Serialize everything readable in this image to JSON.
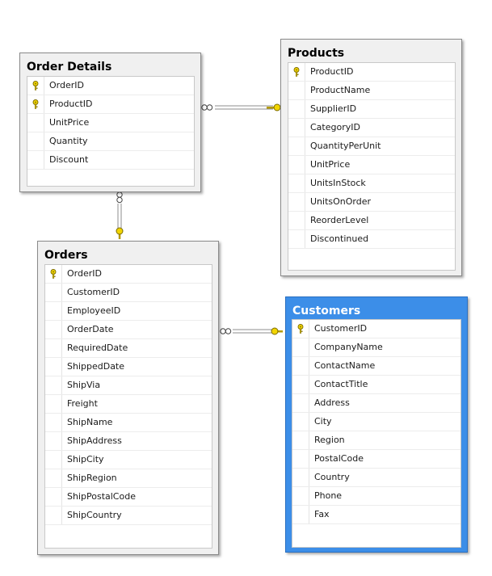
{
  "tables": {
    "order_details": {
      "title": "Order Details",
      "columns": [
        {
          "name": "OrderID",
          "pk": true
        },
        {
          "name": "ProductID",
          "pk": true
        },
        {
          "name": "UnitPrice",
          "pk": false
        },
        {
          "name": "Quantity",
          "pk": false
        },
        {
          "name": "Discount",
          "pk": false
        }
      ]
    },
    "products": {
      "title": "Products",
      "columns": [
        {
          "name": "ProductID",
          "pk": true
        },
        {
          "name": "ProductName",
          "pk": false
        },
        {
          "name": "SupplierID",
          "pk": false
        },
        {
          "name": "CategoryID",
          "pk": false
        },
        {
          "name": "QuantityPerUnit",
          "pk": false
        },
        {
          "name": "UnitPrice",
          "pk": false
        },
        {
          "name": "UnitsInStock",
          "pk": false
        },
        {
          "name": "UnitsOnOrder",
          "pk": false
        },
        {
          "name": "ReorderLevel",
          "pk": false
        },
        {
          "name": "Discontinued",
          "pk": false
        }
      ]
    },
    "orders": {
      "title": "Orders",
      "columns": [
        {
          "name": "OrderID",
          "pk": true
        },
        {
          "name": "CustomerID",
          "pk": false
        },
        {
          "name": "EmployeeID",
          "pk": false
        },
        {
          "name": "OrderDate",
          "pk": false
        },
        {
          "name": "RequiredDate",
          "pk": false
        },
        {
          "name": "ShippedDate",
          "pk": false
        },
        {
          "name": "ShipVia",
          "pk": false
        },
        {
          "name": "Freight",
          "pk": false
        },
        {
          "name": "ShipName",
          "pk": false
        },
        {
          "name": "ShipAddress",
          "pk": false
        },
        {
          "name": "ShipCity",
          "pk": false
        },
        {
          "name": "ShipRegion",
          "pk": false
        },
        {
          "name": "ShipPostalCode",
          "pk": false
        },
        {
          "name": "ShipCountry",
          "pk": false
        }
      ]
    },
    "customers": {
      "title": "Customers",
      "selected": true,
      "columns": [
        {
          "name": "CustomerID",
          "pk": true
        },
        {
          "name": "CompanyName",
          "pk": false
        },
        {
          "name": "ContactName",
          "pk": false
        },
        {
          "name": "ContactTitle",
          "pk": false
        },
        {
          "name": "Address",
          "pk": false
        },
        {
          "name": "City",
          "pk": false
        },
        {
          "name": "Region",
          "pk": false
        },
        {
          "name": "PostalCode",
          "pk": false
        },
        {
          "name": "Country",
          "pk": false
        },
        {
          "name": "Phone",
          "pk": false
        },
        {
          "name": "Fax",
          "pk": false
        }
      ]
    }
  },
  "relationships": [
    {
      "many": "order_details",
      "one": "products"
    },
    {
      "many": "order_details",
      "one": "orders"
    },
    {
      "many": "orders",
      "one": "customers"
    }
  ],
  "colors": {
    "selected_header": "#3c8ee8",
    "key_icon": "#f2d500",
    "relationship_line": "#8c8c8c"
  },
  "icons": {
    "primary_key": "key-icon",
    "many_end": "infinity-icon",
    "one_end": "key-icon"
  }
}
